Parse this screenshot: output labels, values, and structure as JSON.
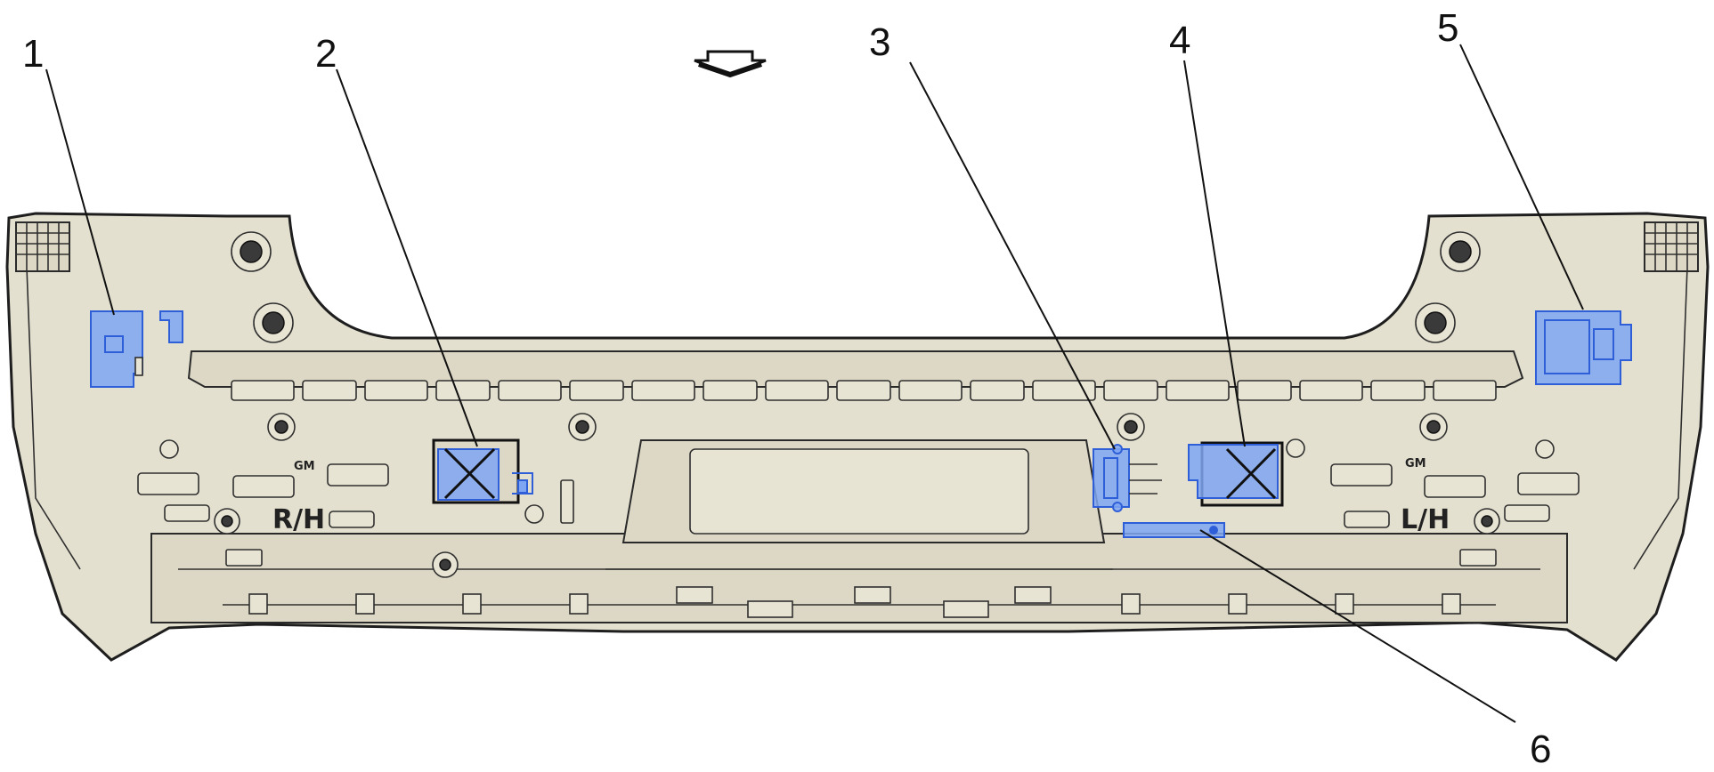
{
  "callouts": [
    {
      "id": "1",
      "label": "1"
    },
    {
      "id": "2",
      "label": "2"
    },
    {
      "id": "3",
      "label": "3"
    },
    {
      "id": "4",
      "label": "4"
    },
    {
      "id": "5",
      "label": "5"
    },
    {
      "id": "6",
      "label": "6"
    }
  ],
  "side_labels": {
    "right": "R/H",
    "left": "L/H"
  },
  "badge_labels": {
    "gm_right": "GM",
    "gm_left": "GM"
  },
  "colors": {
    "highlight": "#7fa6f2",
    "body": "#e4e0cf",
    "outline": "#1e1e1e"
  },
  "icons": {
    "direction_arrow": "down-arrow-icon"
  }
}
